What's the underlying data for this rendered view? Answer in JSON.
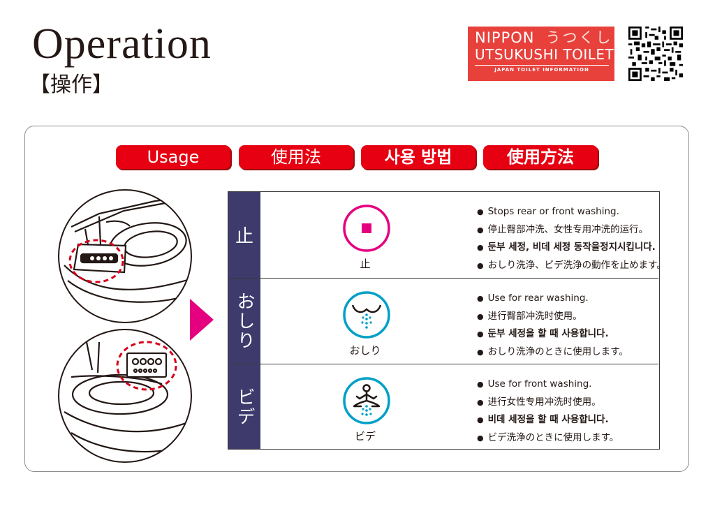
{
  "header": {
    "title": "Operation",
    "subtitle": "【操作】",
    "logo": {
      "line1": "NIPPON",
      "line1_kana": "うつくし",
      "line2": "UTSUKUSHI TOILET",
      "line3": "JAPAN TOILET INFORMATION"
    }
  },
  "tabs": [
    {
      "label": "Usage"
    },
    {
      "label": "使用法"
    },
    {
      "label": "사용 방법"
    },
    {
      "label": "使用方法"
    }
  ],
  "rows": [
    {
      "head": "止",
      "icon": "stop-square-icon",
      "icon_label": "止",
      "bullets": [
        "Stops rear or front washing.",
        "停止臀部冲洗、女性专用冲洗的运行。",
        "둔부 세정, 비데 세정 동작을정지시킵니다.",
        "おしり洗浄、ビデ洗浄の動作を止めます。"
      ]
    },
    {
      "head": "おしり",
      "icon": "rear-wash-icon",
      "icon_label": "おしり",
      "bullets": [
        "Use for rear washing.",
        "进行臀部冲洗时使用。",
        "둔부 세정을 할 때 사용합니다.",
        "おしり洗浄のときに使用します。"
      ]
    },
    {
      "head": "ビデ",
      "icon": "bidet-wash-icon",
      "icon_label": "ビデ",
      "bullets": [
        "Use for front washing.",
        "进行女性专用冲洗时使用。",
        "비데 세정을 할 때 사용합니다.",
        "ビデ洗浄のときに使用します。"
      ]
    }
  ],
  "colors": {
    "accent_red": "#e60012",
    "row_head_navy": "#3e3a6c",
    "stop_pink": "#e4007f",
    "wash_cyan": "#00a0c6",
    "arrow_magenta": "#e4007f"
  }
}
